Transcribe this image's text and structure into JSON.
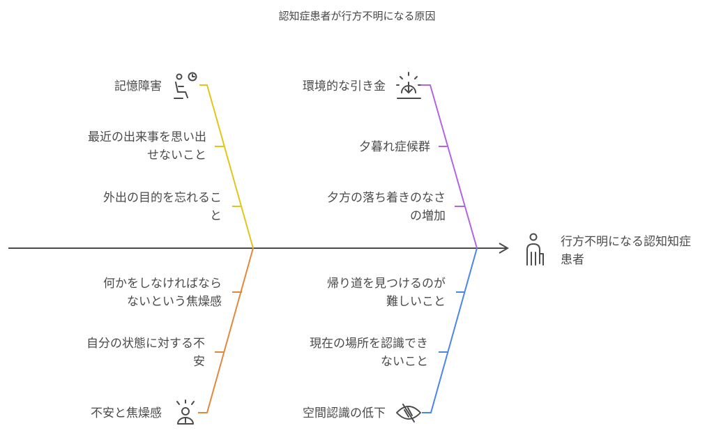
{
  "title": "認知症患者が行方不明になる原因",
  "effect": {
    "line1": "行方不明になる認知知症",
    "line2": "患者",
    "icon": "person-with-cane-icon"
  },
  "colors": {
    "memory": "#e3c419",
    "environment": "#b363e6",
    "anxiety": "#e5873a",
    "spatial": "#4a86e8",
    "spine": "#4a4a4a"
  },
  "categories": {
    "memory": {
      "label": "記憶障害",
      "icon": "person-waiting-clock-icon",
      "causes": [
        {
          "line1": "最近の出来事を思い出",
          "line2": "せないこと"
        },
        {
          "line1": "外出の目的を忘れるこ",
          "line2": "と"
        }
      ]
    },
    "environment": {
      "label": "環境的な引き金",
      "icon": "sunset-icon",
      "causes": [
        {
          "line1": "夕暮れ症候群"
        },
        {
          "line1": "夕方の落ち着きのなさ",
          "line2": "の増加"
        }
      ]
    },
    "anxiety": {
      "label": "不安と焦燥感",
      "icon": "stressed-person-icon",
      "causes": [
        {
          "line1": "何かをしなければなら",
          "line2": "ないという焦燥感"
        },
        {
          "line1": "自分の状態に対する不",
          "line2": "安"
        }
      ]
    },
    "spatial": {
      "label": "空間認識の低下",
      "icon": "eye-slash-icon",
      "causes": [
        {
          "line1": "帰り道を見つけるのが",
          "line2": "難しいこと"
        },
        {
          "line1": "現在の場所を認識でき",
          "line2": "ないこと"
        }
      ]
    }
  }
}
